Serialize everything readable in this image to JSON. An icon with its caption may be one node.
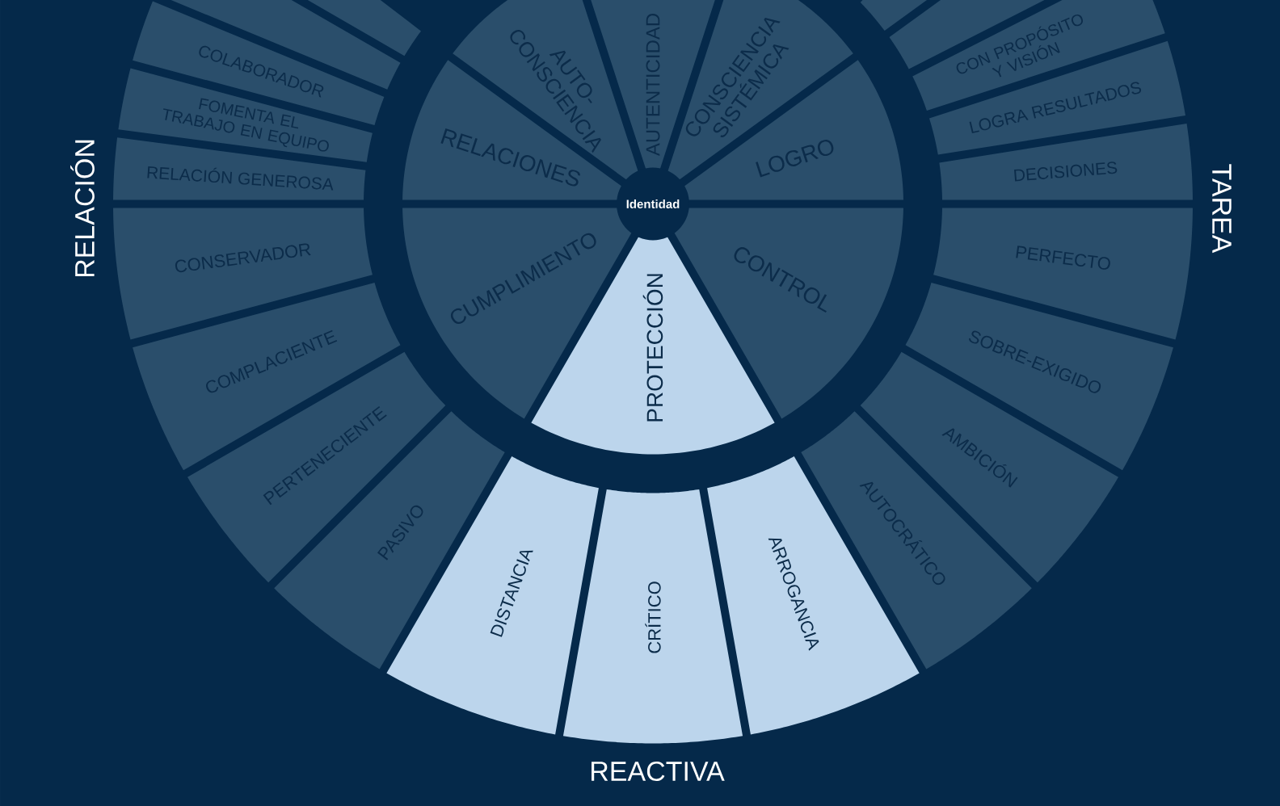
{
  "diagram": {
    "nodes": [
      {
        "text": [
          "Identidad"
        ]
      },
      {
        "text": [
          "AUTO- CONSCIENCIA"
        ]
      },
      {
        "text": [
          "AUTENTICIDAD"
        ]
      },
      {
        "text": [
          "CONSCIENCIA SISTÉMICA"
        ]
      },
      {
        "text": [
          "RELACIONES"
        ]
      },
      {
        "text": [
          "LOGRO"
        ]
      },
      {
        "text": [
          "CUMPLIMIENTO"
        ]
      },
      {
        "text": [
          "CONTROL"
        ]
      },
      {
        "text": [
          "PROTECCIÓN"
        ]
      },
      {
        "text": [
          "COLABORADOR"
        ]
      },
      {
        "text": [
          "FOMENTA EL TRABAJO EN EQUIPO"
        ]
      },
      {
        "text": [
          "RELACIÓN GENEROSA"
        ]
      },
      {
        "text": [
          "CON PROPÓSITO Y VISIÓN"
        ]
      },
      {
        "text": [
          "LOGRA RESULTADOS"
        ]
      },
      {
        "text": [
          "DECISIONES"
        ]
      },
      {
        "text": [
          "CONSERVADOR"
        ]
      },
      {
        "text": [
          "PERFECTO"
        ]
      },
      {
        "text": [
          "COMPLACIENTE"
        ]
      },
      {
        "text": [
          "SOBRE-EXIGIDO"
        ]
      },
      {
        "text": [
          "PERTENECIENTE"
        ]
      },
      {
        "text": [
          "AMBICIÓN"
        ]
      },
      {
        "text": [
          "PASIVO"
        ]
      },
      {
        "text": [
          "AUTOCRÁTICO"
        ]
      },
      {
        "text": [
          "DISTANCIA"
        ]
      },
      {
        "text": [
          "CRÍTICO"
        ]
      },
      {
        "text": [
          "ARROGANCIA"
        ]
      },
      {
        "text": [],
        "shape": "sector"
      },
      {
        "text": [],
        "shape": "sector"
      },
      {
        "text": [],
        "shape": "sector"
      },
      {
        "text": [],
        "shape": "sector"
      }
    ],
    "labels": [
      "RELACIÓN",
      "TAREA",
      "REACTIVA"
    ]
  }
}
